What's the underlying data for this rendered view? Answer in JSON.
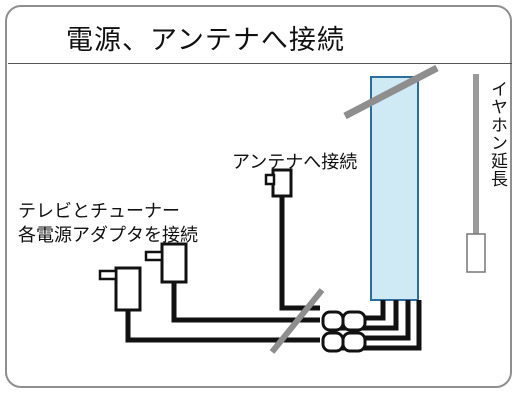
{
  "title": "電源、アンテナへ接続",
  "labels": {
    "antenna": "アンテナへ接続",
    "adapter_line1": "テレビとチューナー",
    "adapter_line2": "各電源アダプタを接続",
    "earphone": "イヤホン延長"
  },
  "colors": {
    "panel_border": "#8f8f8f",
    "device_fill": "#cfe9f5",
    "device_stroke": "#2a6fa0",
    "cable": "#111111",
    "cut_mark": "#8e8e8e",
    "earphone_cable": "#9a9a9a"
  },
  "icons": [
    "power-adapter-icon",
    "antenna-plug-icon",
    "connector-plug-icon",
    "earphone-cable-icon"
  ]
}
